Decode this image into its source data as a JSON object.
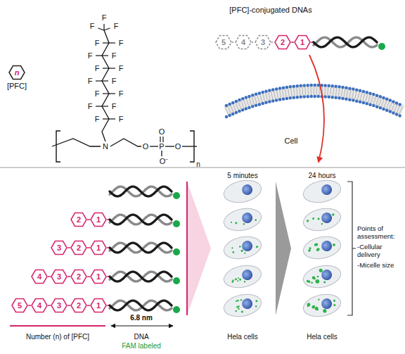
{
  "diagram": {
    "nodes": [
      {
        "text": [
          "n",
          "[PFC]"
        ]
      },
      {
        "text": [
          "5"
        ]
      },
      {
        "text": [
          "4"
        ]
      },
      {
        "text": [
          "3"
        ]
      },
      {
        "text": [
          "2"
        ]
      },
      {
        "text": [
          "1"
        ]
      },
      {
        "text": [
          "2"
        ]
      },
      {
        "text": [
          "1"
        ]
      },
      {
        "text": [
          "3"
        ]
      },
      {
        "text": [
          "2"
        ]
      },
      {
        "text": [
          "1"
        ]
      },
      {
        "text": [
          "4"
        ]
      },
      {
        "text": [
          "3"
        ]
      },
      {
        "text": [
          "2"
        ]
      },
      {
        "text": [
          "1"
        ]
      },
      {
        "text": [
          "5"
        ]
      },
      {
        "text": [
          "4"
        ]
      },
      {
        "text": [
          "3"
        ]
      },
      {
        "text": [
          "2"
        ]
      },
      {
        "text": [
          "1"
        ]
      }
    ],
    "edges": [
      {
        "from": 1,
        "to": 2,
        "arrow": "none"
      },
      {
        "from": 2,
        "to": 3,
        "arrow": "none"
      },
      {
        "from": 3,
        "to": 4,
        "arrow": "none"
      },
      {
        "from": 4,
        "to": 5,
        "arrow": "none"
      },
      {
        "from": 6,
        "to": 7,
        "arrow": "none"
      },
      {
        "from": 8,
        "to": 9,
        "arrow": "none"
      },
      {
        "from": 9,
        "to": 10,
        "arrow": "none"
      },
      {
        "from": 11,
        "to": 12,
        "arrow": "none"
      },
      {
        "from": 12,
        "to": 13,
        "arrow": "none"
      },
      {
        "from": 13,
        "to": 14,
        "arrow": "none"
      },
      {
        "from": 15,
        "to": 16,
        "arrow": "none"
      },
      {
        "from": 16,
        "to": 17,
        "arrow": "none"
      },
      {
        "from": 17,
        "to": 18,
        "arrow": "none"
      },
      {
        "from": 18,
        "to": 19,
        "arrow": "none"
      }
    ],
    "labels": [
      "F",
      "F",
      "F",
      "F",
      "F",
      "F",
      "F",
      "F",
      "F",
      "F",
      "F",
      "F",
      "F",
      "F",
      "F",
      "F",
      "F",
      "N",
      "O",
      "P",
      "O",
      "O⁻",
      "O",
      "n",
      "[PFC]-conjugated DNAs",
      "Cell",
      "6.8 nm",
      "Number (n) of [PFC]",
      "DNA",
      "FAM labeled",
      "5 minutes",
      "24 hours",
      "Hela cells",
      "Hela cells",
      "Points of assessment:",
      "-Cellular delivery",
      "-Micelle size"
    ]
  }
}
